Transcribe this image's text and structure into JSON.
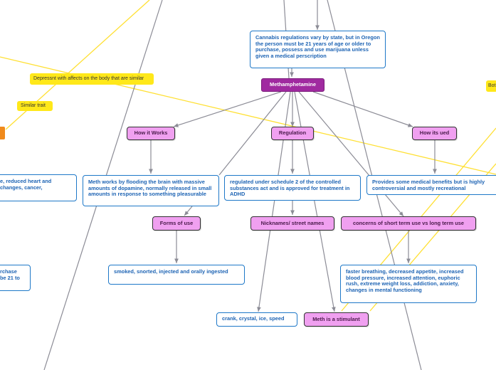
{
  "colors": {
    "connector": "#8c8c96",
    "association": "#ffe033",
    "box_border": "#1e78c8",
    "box_text": "#1e64b4",
    "subtopic_fill": "#f0a0f0",
    "central_fill": "#a02aa0",
    "tag_fill": "#ffe81a",
    "offscreen_fill": "#f08a1c"
  },
  "central": {
    "label": "Methamphetamine"
  },
  "regulation_note": "Cannabis regulations vary by state, but in Oregon the person must be 21 years of age or older to purchase, possess and use marijuana unless given a medical perscription",
  "subtopics": {
    "how_it_works": "How it Works",
    "regulation": "Regulation",
    "how_its_used": "How its ued",
    "forms_of_use": "Forms of use",
    "nicknames": "Nicknames/ street names",
    "short_vs_long": "concerns of short term use vs long term use",
    "stimulant": "Meth is a stimulant"
  },
  "details": {
    "how_it_works": "Meth works by flooding the brain with massive amounts of dopamine, normally released in small amounts in response to something pleasurable",
    "regulation": "regulated under schedule 2 of the controlled substances act and is approved for treatment in ADHD",
    "how_its_used": "Provides some medical benefits but is highly controversial and mostly recreational",
    "forms_of_use": "smoked, snorted, injected and orally ingested",
    "nicknames": "crank, crystal, ice, speed",
    "short_vs_long": "faster breathing, decreased appetite, increased blood pressure, increased attention, euphoric rush, extreme weight loss, addiction, anxiety, changes in mental functioning"
  },
  "tags": {
    "depressant": "Depressnt with affects on the body that are similar",
    "similar": "Similar trait",
    "both": "Bot"
  },
  "left_fragments": {
    "effects": "e, reduced heart and\nchanges, cancer,",
    "purchase": "rchase\nbe 21 to"
  }
}
